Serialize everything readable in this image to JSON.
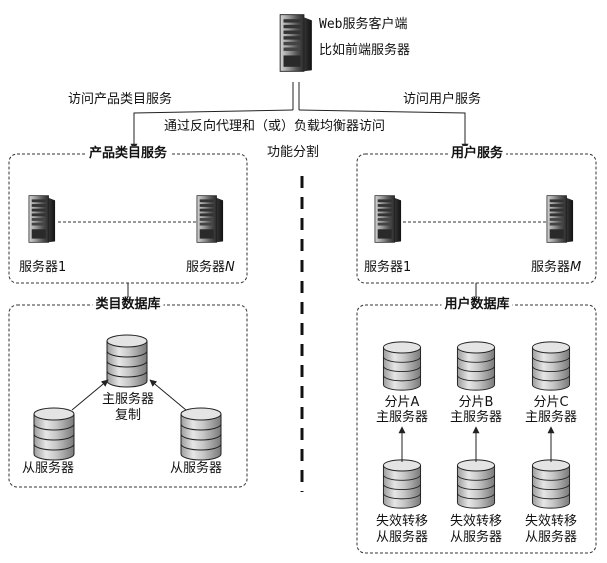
{
  "top_server": {
    "line1": "Web服务客户端",
    "line2": "比如前端服务器"
  },
  "edges": {
    "left": "访问产品类目服务",
    "right": "访问用户服务",
    "middle": "通过反向代理和（或）负载均衡器访问",
    "split": "功能分割"
  },
  "product_service": {
    "title": "产品类目服务",
    "server_a": "服务器1",
    "server_b_prefix": "服务器",
    "server_b_suffix": "N"
  },
  "user_service": {
    "title": "用户服务",
    "server_a": "服务器1",
    "server_b_prefix": "服务器",
    "server_b_suffix": "M"
  },
  "catalog_db": {
    "title": "类目数据库",
    "master_line1": "主服务器",
    "master_line2": "复制",
    "slave_left": "从服务器",
    "slave_right": "从服务器"
  },
  "user_db": {
    "title": "用户数据库",
    "shards": [
      {
        "line1": "分片A",
        "line2": "主服务器",
        "fail1": "失效转移",
        "fail2": "从服务器"
      },
      {
        "line1": "分片B",
        "line2": "主服务器",
        "fail1": "失效转移",
        "fail2": "从服务器"
      },
      {
        "line1": "分片C",
        "line2": "主服务器",
        "fail1": "失效转移",
        "fail2": "从服务器"
      }
    ]
  },
  "icons": [
    "server-tower-icon",
    "database-cylinder-icon",
    "arrow-icon"
  ]
}
